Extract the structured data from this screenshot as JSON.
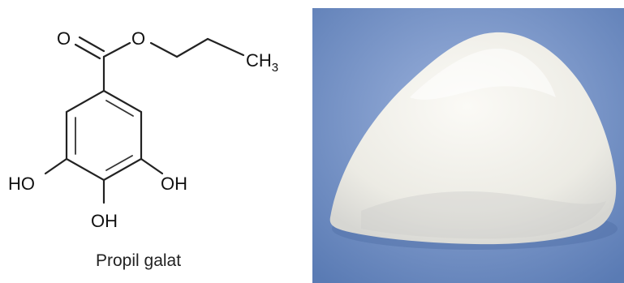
{
  "molecule": {
    "name": "Propil galat",
    "labels": {
      "carbonyl_o": "O",
      "ester_o": "O",
      "methyl_main": "CH",
      "methyl_sub": "3",
      "hydroxyl_left": "HO",
      "hydroxyl_right": "OH",
      "hydroxyl_bottom": "OH"
    }
  },
  "photo": {
    "subject": "white powder",
    "background_color": "#6f8fc4",
    "powder_color": "#f2f1ec"
  }
}
